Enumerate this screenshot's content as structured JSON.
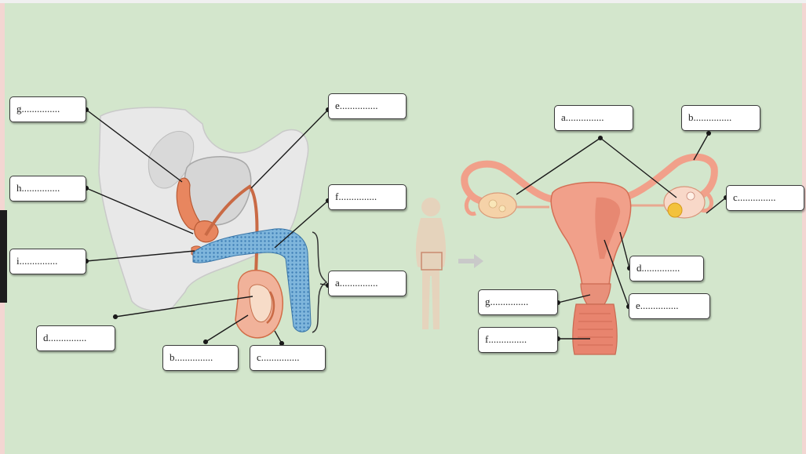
{
  "colors": {
    "background": "#d3e6cc",
    "border_pink": "#f3d6d2",
    "tissue": "#e9e9e9",
    "organ": "#e8865f",
    "urethra_blue": "#6aa6d0",
    "uterus": "#f1a08a"
  },
  "male_diagram": {
    "labels": {
      "g": "g...............",
      "h": "h...............",
      "i": "i...............",
      "d": "d...............",
      "b": "b...............",
      "c": "c...............",
      "a": "a...............",
      "e": "e...............",
      "f": "f..............."
    }
  },
  "female_diagram": {
    "labels": {
      "a": "a...............",
      "b": "b...............",
      "c": "c...............",
      "d": "d...............",
      "e": "e...............",
      "f": "f...............",
      "g": "g..............."
    }
  }
}
